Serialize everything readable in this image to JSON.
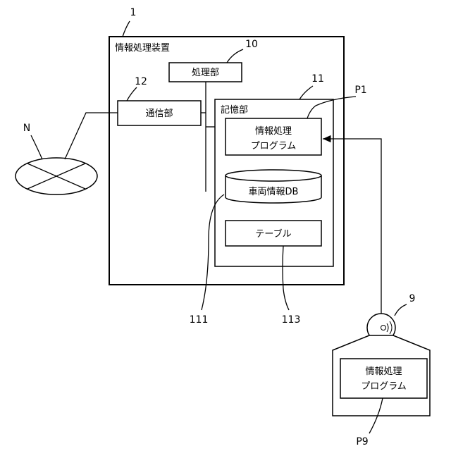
{
  "refs": {
    "device": "1",
    "processing_unit": "10",
    "storage_unit": "11",
    "communication_unit": "12",
    "network": "N",
    "program_in_storage": "P1",
    "medium": "9",
    "program_on_medium": "P9",
    "vehicle_db": "111",
    "table": "113"
  },
  "labels": {
    "device_title": "情報処理装置",
    "processing_unit": "処理部",
    "storage_unit": "記憶部",
    "communication_unit": "通信部",
    "program_line1": "情報処理",
    "program_line2": "プログラム",
    "vehicle_db": "車両情報DB",
    "table": "テーブル",
    "medium_program_line1": "情報処理",
    "medium_program_line2": "プログラム"
  }
}
